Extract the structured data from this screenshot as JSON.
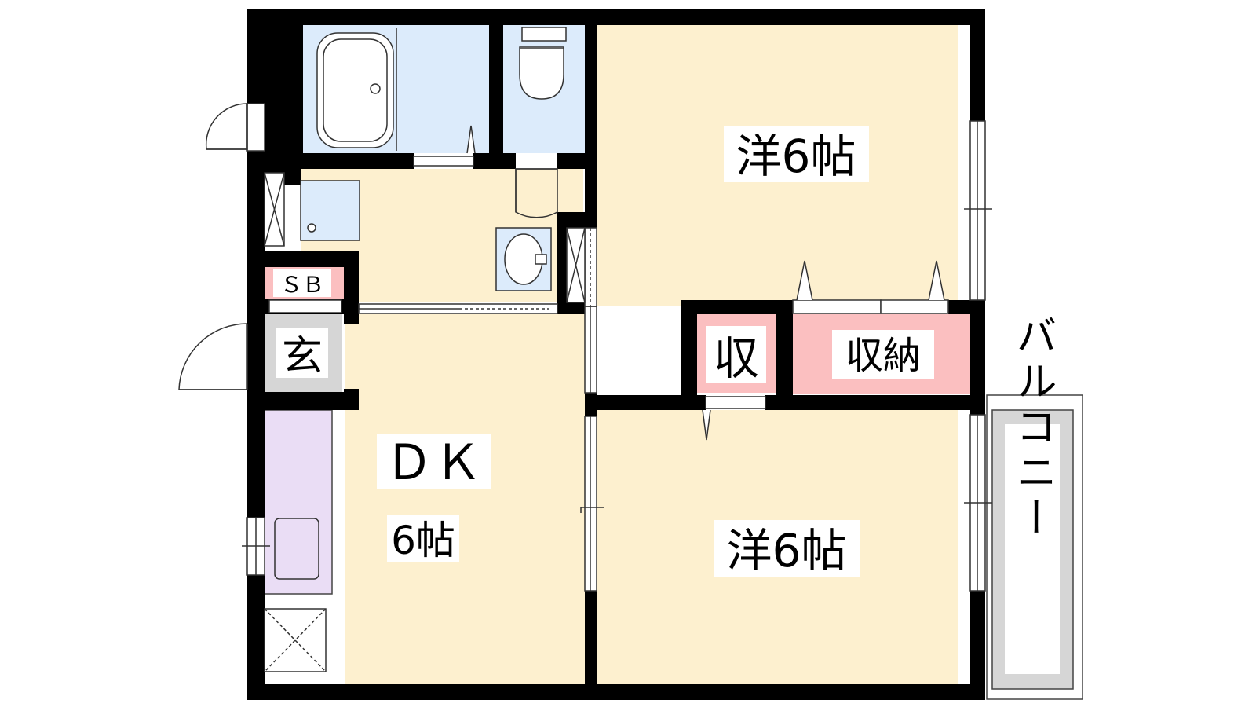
{
  "labels": {
    "western_room_1": "洋6帖",
    "western_room_2": "洋6帖",
    "dk_title": "ＤＫ",
    "dk_size": "6帖",
    "shoe_box": "ＳＢ",
    "entrance": "玄",
    "closet_small": "収",
    "closet_large": "収納",
    "balcony": "バルコニー"
  },
  "colors": {
    "wall": "#000000",
    "room_floor": "#FDF0CF",
    "wet_area": "#DCEBFB",
    "storage": "#FBBFC0",
    "kitchen": "#EADDF5",
    "entrance": "#D6D6D6",
    "balcony": "#D6D6D6"
  }
}
